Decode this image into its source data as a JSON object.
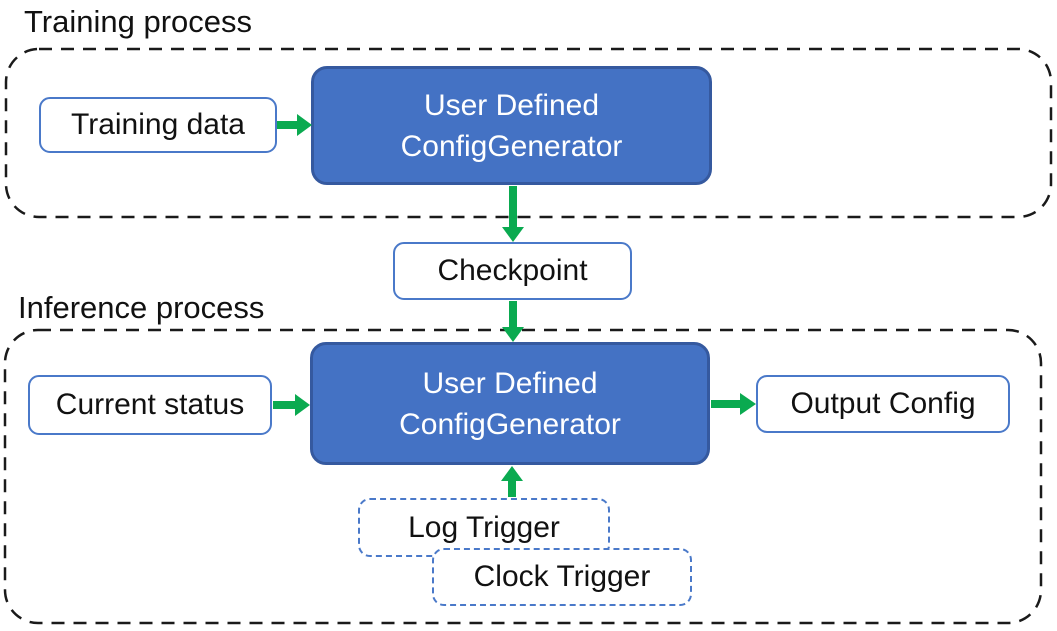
{
  "colors": {
    "blue_fill": "#4472C4",
    "blue_box_border": "#35599F",
    "outline_blue": "#4A79C9",
    "arrow_green": "#0AAA50",
    "dash_black": "#1a1a1a",
    "text_dark": "#111111",
    "text_light": "#ffffff"
  },
  "training": {
    "section_label": "Training process",
    "input_label": "Training data",
    "generator_label": "User Defined\nConfigGenerator"
  },
  "checkpoint": {
    "label": "Checkpoint"
  },
  "inference": {
    "section_label": "Inference process",
    "input_label": "Current status",
    "generator_label": "User Defined\nConfigGenerator",
    "output_label": "Output Config",
    "log_trigger_label": "Log Trigger",
    "clock_trigger_label": "Clock Trigger"
  },
  "edges": [
    {
      "from": "Training data",
      "to": "User Defined ConfigGenerator (training)",
      "direction": "right"
    },
    {
      "from": "User Defined ConfigGenerator (training)",
      "to": "Checkpoint",
      "direction": "down"
    },
    {
      "from": "Checkpoint",
      "to": "User Defined ConfigGenerator (inference)",
      "direction": "down"
    },
    {
      "from": "Current status",
      "to": "User Defined ConfigGenerator (inference)",
      "direction": "right"
    },
    {
      "from": "User Defined ConfigGenerator (inference)",
      "to": "Output Config",
      "direction": "right"
    },
    {
      "from": "Log Trigger / Clock Trigger",
      "to": "User Defined ConfigGenerator (inference)",
      "direction": "up"
    }
  ]
}
